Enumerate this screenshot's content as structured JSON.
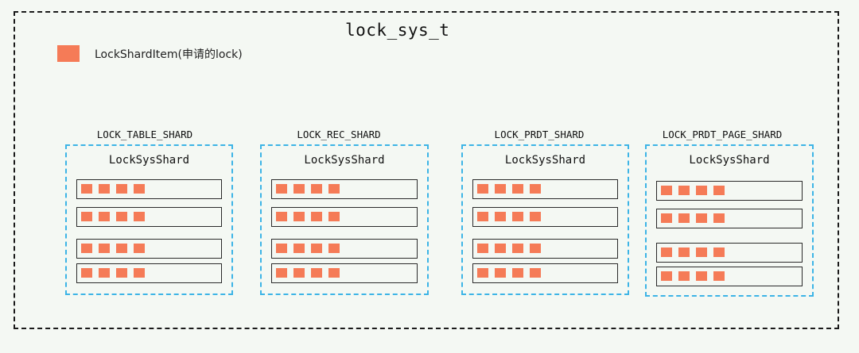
{
  "title": "lock_sys_t",
  "legend": {
    "label": "LockShardItem(申请的lock)",
    "color": "#f57b57"
  },
  "shard_box_title": "LockSysShard",
  "item_color": "#f57b57",
  "shard_border_color": "#3cb4e6",
  "shards": [
    {
      "name": "LOCK_TABLE_SHARD",
      "rows": [
        4,
        4,
        4,
        4
      ]
    },
    {
      "name": "LOCK_REC_SHARD",
      "rows": [
        4,
        4,
        4,
        4
      ]
    },
    {
      "name": "LOCK_PRDT_SHARD",
      "rows": [
        4,
        4,
        4,
        4
      ]
    },
    {
      "name": "LOCK_PRDT_PAGE_SHARD",
      "rows": [
        4,
        4,
        4,
        4
      ]
    }
  ]
}
